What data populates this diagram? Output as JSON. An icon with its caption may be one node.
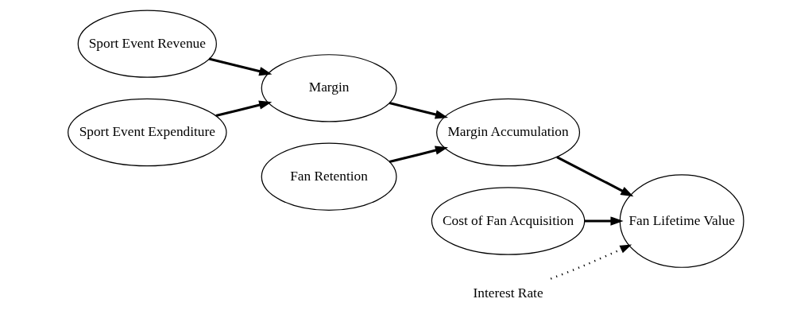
{
  "diagram": {
    "nodes": [
      {
        "text": [
          "Sport Event Revenue"
        ]
      },
      {
        "text": [
          "Sport Event Expenditure"
        ]
      },
      {
        "text": [
          "Margin"
        ]
      },
      {
        "text": [
          "Fan Retention"
        ]
      },
      {
        "text": [
          "Margin Accumulation"
        ]
      },
      {
        "text": [
          "Cost of Fan Acquisition"
        ]
      },
      {
        "text": [
          "Fan Lifetime Value"
        ]
      },
      {
        "text": [
          "Interest Rate"
        ]
      }
    ],
    "edges": [
      {
        "from": 0,
        "to": 2,
        "arrow": "to"
      },
      {
        "from": 1,
        "to": 2,
        "arrow": "to"
      },
      {
        "from": 2,
        "to": 4,
        "arrow": "to"
      },
      {
        "from": 3,
        "to": 4,
        "arrow": "to"
      },
      {
        "from": 4,
        "to": 6,
        "arrow": "to"
      },
      {
        "from": 5,
        "to": 6,
        "arrow": "to"
      },
      {
        "from": 7,
        "to": 6,
        "arrow": "to",
        "style": "dashed"
      }
    ]
  }
}
